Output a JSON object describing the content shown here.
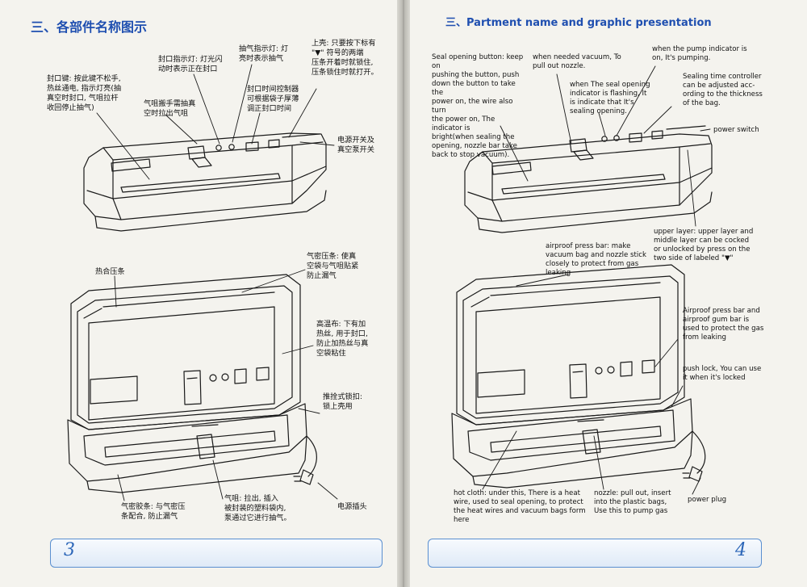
{
  "left_page": {
    "heading": "三、各部件名称图示",
    "page_number": "3",
    "callouts": {
      "seal_key": "封口键: 按此键不松手,\n热丝通电, 指示灯亮(抽\n真空时封口, 气咀拉杆\n收回停止抽气)",
      "nozzle_handle": "气咀搬手需抽真\n空时拉出气咀",
      "seal_indicator": "封口指示灯: 灯光闪\n动时表示正在封口",
      "pump_indicator": "抽气指示灯: 灯\n亮时表示抽气",
      "upper_cover": "上壳: 只要按下标有\n\"▼\" 符号的两端\n压条开着时就锁住,\n压条锁住时就打开。",
      "timer": "封口时间控制器\n可根据袋子厚薄\n调正封口时间",
      "power_switch": "电源开关及\n真空泵开关",
      "heat_strip": "热合压条",
      "airtight_strip": "气密压条: 使真\n空袋与气咀贴紧\n防止漏气",
      "hot_cloth": "高温布: 下有加\n热丝, 用于封口,\n防止加热丝与真\n空袋粘住",
      "push_lock": "推拴式锁扣:\n锁上壳用",
      "gum_strip": "气密胶条: 与气密压\n条配合, 防止漏气",
      "nozzle": "气咀: 拉出, 插入\n被封装的塑料袋内,\n泵通过它进行抽气。",
      "power_plug": "电源插头"
    }
  },
  "right_page": {
    "heading": "三、Partment name and graphic presentation",
    "page_number": "4",
    "callouts": {
      "seal_button": "Seal opening button: keep on\npushing the button, push\ndown the button to take the\npower on, the wire also turn\nthe power on, The indicator is\nbright(when sealing the\nopening, nozzle bar take\nback to stop vacuum).",
      "vacuum_needed": "when needed vacuum, To\npull out nozzle.",
      "seal_indicator": "when The seal opening\nindicator is flashing, It\nis indicate that It's\nsealing opening.",
      "pump_indicator": "when the pump indicator is\non, It's pumping.",
      "timer": "Sealing time controller\ncan be adjusted acc-\nording to the thickness\nof the bag.",
      "power_switch": "power switch",
      "upper_layer": "upper layer: upper layer and\nmiddle layer can be cocked\nor unlocked by press on the\ntwo side of labeled \"▼\"",
      "airproof_press": "airproof press bar: make\nvacuum bag and nozzle stick\nclosely to protect from gas\nleaking",
      "airproof_gum": "Airproof press bar and\nairproof gum bar is\nused to protect the gas\nfrom leaking",
      "push_lock": "push lock, You can use\nit when it's locked",
      "hot_cloth": "hot cloth: under this, There is a heat\nwire, used to seal opening, to protect\nthe heat wires and vacuum bags form\nhere",
      "nozzle": "nozzle: pull out, insert\ninto the plastic bags,\nUse this to pump gas",
      "power_plug": "power plug"
    }
  },
  "colors": {
    "heading": "#1f4fb0",
    "footer_border": "#5a8fd0",
    "page_number": "#2c66b8",
    "leader": "#1a1a1a"
  }
}
